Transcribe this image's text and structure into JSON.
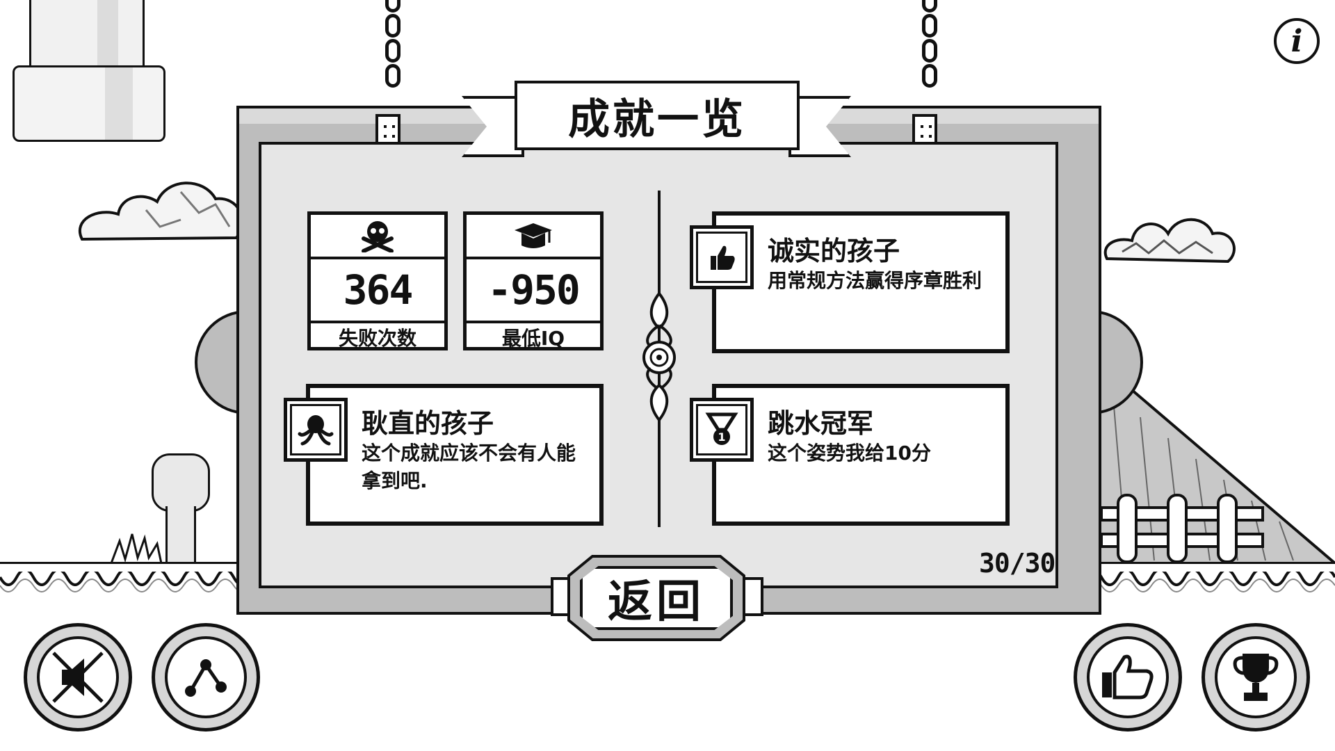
{
  "title": "成就一览",
  "stats": [
    {
      "icon": "skull-crossbones-icon",
      "value": "364",
      "label": "失败次数"
    },
    {
      "icon": "graduation-cap-icon",
      "value": "-950",
      "label": "最低IQ"
    }
  ],
  "achievements": [
    {
      "icon": "thumbs-up-icon",
      "title": "诚实的孩子",
      "description": "用常规方法赢得序章胜利"
    },
    {
      "icon": "octopus-icon",
      "title": "耿直的孩子",
      "description": "这个成就应该不会有人能拿到吧."
    },
    {
      "icon": "medal-icon",
      "title": "跳水冠军",
      "description": "这个姿势我给10分"
    }
  ],
  "progress": "30/30",
  "back_label": "返回",
  "info_label": "i",
  "bottom_buttons": {
    "left": [
      "sound-muted-icon",
      "share-icon"
    ],
    "right": [
      "like-icon",
      "trophy-icon"
    ]
  },
  "colors": {
    "ink": "#111111",
    "board": "#bdbdbd",
    "panel": "#e6e6e6",
    "paper": "#ffffff"
  }
}
